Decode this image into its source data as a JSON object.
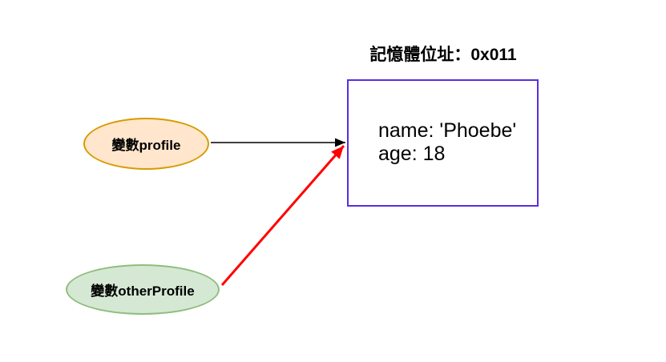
{
  "title": "記憶體位址：0x011",
  "memory_box": {
    "address": "0x011",
    "lines": {
      "name_line": "name: 'Phoebe'",
      "age_line": "age: 18"
    }
  },
  "nodes": [
    {
      "label": "變數profile",
      "fill": "#ffe6cc",
      "stroke": "#d79b00"
    },
    {
      "label": "變數otherProfile",
      "fill": "#d5e8d4",
      "stroke": "#8fbe7d"
    }
  ],
  "edges": [
    {
      "from": "變數profile",
      "to": "memory-box",
      "color": "#000000"
    },
    {
      "from": "變數otherProfile",
      "to": "memory-box",
      "color": "#ff0000"
    }
  ],
  "colors": {
    "background": "#ffffff",
    "box_border": "#5a2de0"
  }
}
